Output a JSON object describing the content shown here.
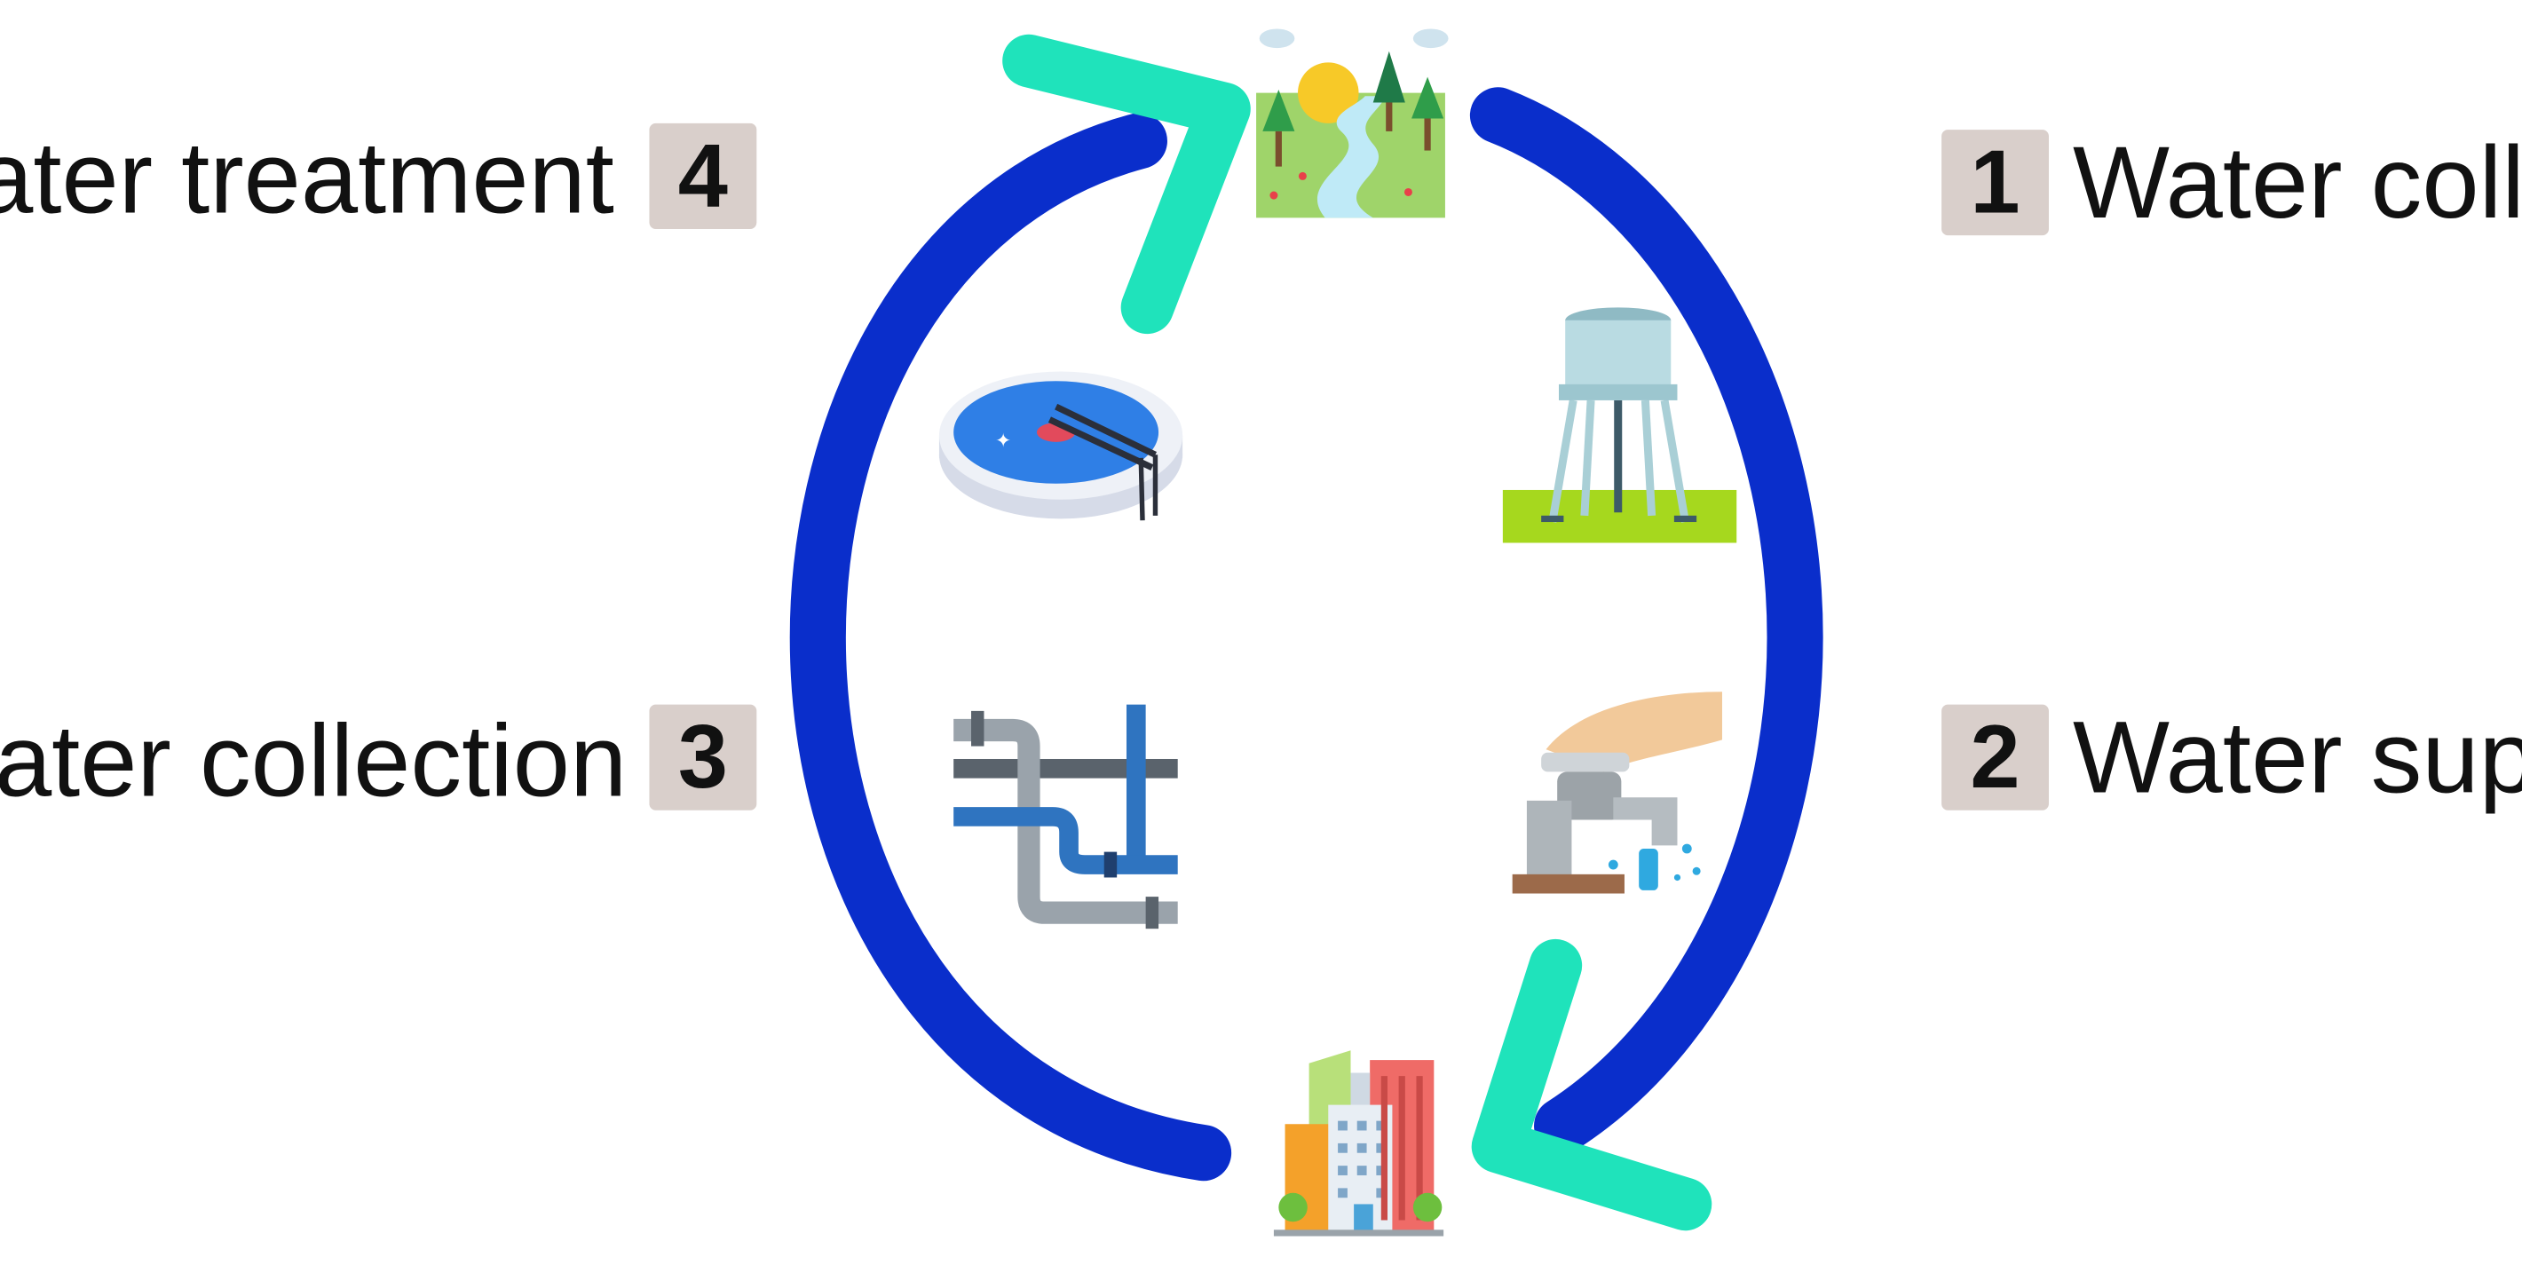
{
  "colors": {
    "cycle_arc": "#0a2ecb",
    "arrowhead": "#1fe3bb",
    "badge_fill": "#d9cfcb"
  },
  "steps": [
    {
      "number": "1",
      "label": "Water collection",
      "icon": "river-landscape-icon"
    },
    {
      "number": "2",
      "label": "Water supply",
      "icon": "faucet-hand-icon"
    },
    {
      "number": "3",
      "label": "Wastewater collection",
      "icon": "pipes-icon"
    },
    {
      "number": "4",
      "label": "Wastewater treatment",
      "icon": "treatment-basin-icon"
    }
  ],
  "nodes": [
    {
      "role": "source",
      "icon": "river-landscape-icon"
    },
    {
      "role": "consumer",
      "icon": "city-buildings-icon"
    },
    {
      "role": "storage",
      "icon": "water-tower-icon"
    }
  ]
}
